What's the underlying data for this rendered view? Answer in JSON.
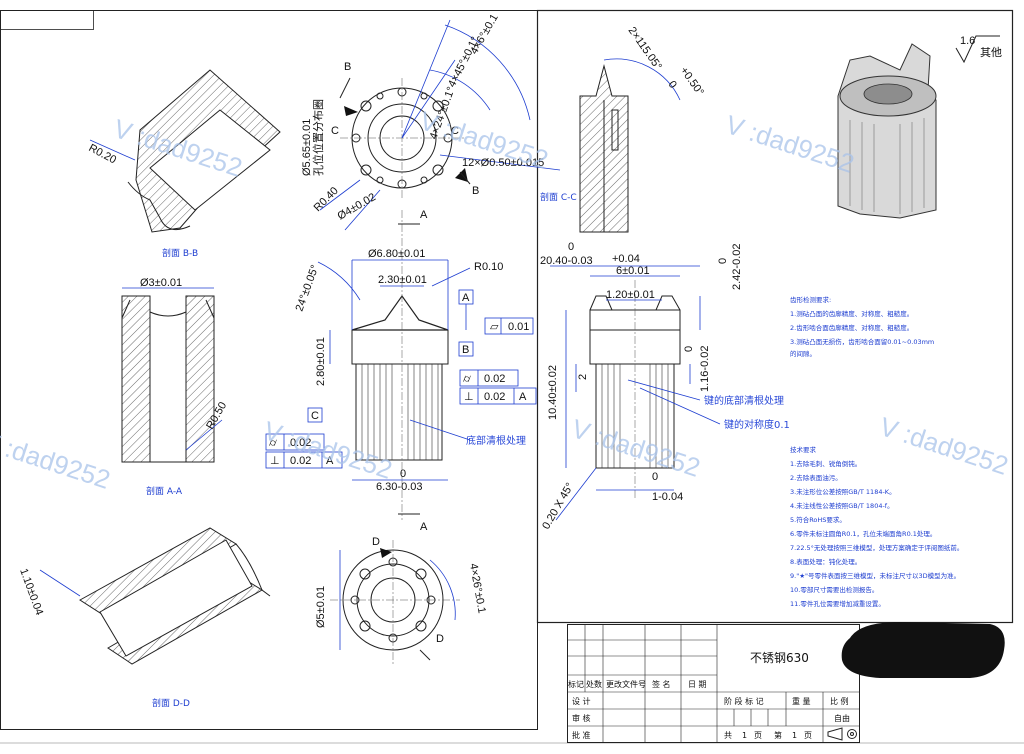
{
  "sheet": {
    "section_labels": {
      "bb": "剖面 B-B",
      "aa": "剖面 A-A",
      "dd": "剖面 D-D",
      "cc": "剖面 C-C"
    },
    "view_letters": {
      "a": "A",
      "b": "B",
      "c": "C",
      "d": "D"
    },
    "surface_finish": {
      "value": "1.6",
      "label": "其他"
    },
    "top_view_dims": {
      "d1": "Ø5.65±0.01",
      "d1_label": "孔位位置分布圈",
      "d2": "Ø4±0.02",
      "r1": "R0.40",
      "ang1": "4×6°±0.1",
      "ang2": "4×45°±0.1°",
      "ang3": "4×24°±0.1°",
      "slot": "12×Ø0.50±0.015"
    },
    "bb_dims": {
      "r": "R0.20"
    },
    "aa_dims": {
      "bore": "Ø3±0.01",
      "r": "R0.50"
    },
    "dd_dims": {
      "h": "1.10±0.04"
    },
    "front_dims": {
      "od": "Ø6.80±0.01",
      "top": "2.30±0.01",
      "r": "R0.10",
      "ang": "24°±0.05°",
      "h": "2.80±0.01",
      "base": "6.30-0.03",
      "base_upper": "0",
      "note": "底部清根处理"
    },
    "gdt": {
      "datum_a": "A",
      "datum_b": "B",
      "datum_c": "C",
      "flat": "0.01",
      "par": "0.02",
      "perp": "0.02",
      "perp_ref": "A",
      "par2": "0.02",
      "perp2": "0.02",
      "perp2_ref": "A"
    },
    "bottom_dims": {
      "d": "Ø5±0.01",
      "ang": "4×26°±0.1"
    },
    "cc_dims": {
      "tip": "2×115.05°",
      "tip_tol": "+0.50°",
      "tip_low": "0"
    },
    "side_dims": {
      "w1": "20.40-0.03",
      "w1_upper": "0",
      "w2": "6±0.01",
      "w2_upper": "+0.04",
      "top": "1.20±0.01",
      "hr": "2.42-0.02",
      "hr_upper": "0",
      "hl": "2",
      "hm": "1.16-0.02",
      "hm_upper": "0",
      "htot": "10.40±0.02",
      "hb": "1-0.04",
      "hb_upper": "0",
      "chamfer": "0.20 X 45°",
      "note1": "键的底部清根处理",
      "note2": "键的对称度0.1"
    },
    "gear_notes": [
      "齿形检测要求:",
      "1.测砧凸面的齿廓精度、对称度、粗糙度。",
      "2.齿形啮合面齿廓精度、对称度、粗糙度。",
      "3.测砧凸面无损伤，齿形啮合面留0.01~0.03mm",
      "的间隙。"
    ],
    "tech_notes": [
      "技术要求",
      "1.去除毛刺、锐角倒钝。",
      "2.去除表面油污。",
      "3.未注形位公差按照GB/T 1184-K。",
      "4.未注线性公差按照GB/T 1804-f。",
      "5.符合RoHS要求。",
      "6.零件未标注圆角R0.1，孔位未端面角R0.1处理。",
      "7.22.5°无处理按照三维模型，处理方案确定于评阅图纸前。",
      "8.表面处理：钝化处理。",
      "9.\"★\"号零件表面按三维模型，未标注尺寸以3D模型为准。",
      "10.零部尺寸需要出检测报告。",
      "11.零件孔位需要增加减重设置。"
    ],
    "title_block": {
      "material": "不锈钢630",
      "row_headers": [
        "标记",
        "处数",
        "更改文件号",
        "签 名",
        "日 期"
      ],
      "design": "设 计",
      "review": "审 核",
      "approve": "批 准",
      "stage": "阶 段 标 记",
      "weight": "重 量",
      "scale": "比 例",
      "scale_value": "自由",
      "total": "共",
      "total_n": "1",
      "page": "页",
      "sheet": "第",
      "sheet_n": "1",
      "page2": "页"
    },
    "watermark": "V :dad9252"
  }
}
